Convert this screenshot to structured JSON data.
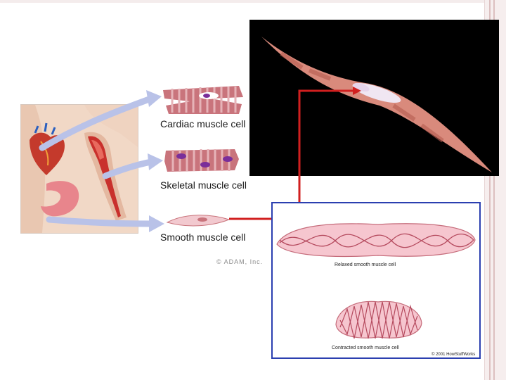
{
  "labels": {
    "cardiac": "Cardiac muscle cell",
    "skeletal": "Skeletal muscle cell",
    "smooth": "Smooth muscle cell",
    "copyright": "© ADAM, Inc.",
    "relaxed": "Relaxed smooth muscle cell",
    "contracted": "Contracted smooth muscle cell",
    "credit": "© 2001 HowStuffWorks"
  },
  "colors": {
    "arrow": "#b9c2e8",
    "connector": "#d11f1f",
    "blue_frame": "#2b3fb0",
    "muscle": "#d98a7c",
    "cell_pink": "#f2c9cf",
    "nucleus": "#7a2e9a"
  }
}
